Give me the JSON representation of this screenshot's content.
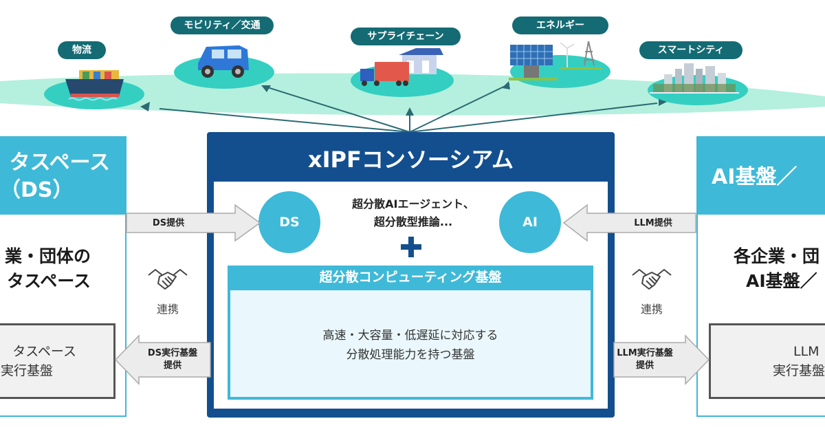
{
  "domains": [
    {
      "label": "物流",
      "icon": "cargo-ship"
    },
    {
      "label": "モビリティ／交通",
      "icon": "car"
    },
    {
      "label": "サプライチェーン",
      "icon": "truck-factory"
    },
    {
      "label": "エネルギー",
      "icon": "solar-wind-power"
    },
    {
      "label": "スマートシティ",
      "icon": "city-buildings"
    }
  ],
  "left_panel": {
    "title_line1": "タスペース",
    "title_line2": "（DS）",
    "body_line1": "業・団体の",
    "body_line2": "タスペース",
    "exec_line1": "タスペース",
    "exec_line2": "実行基盤"
  },
  "right_panel": {
    "title_line1": "AI基盤／",
    "body_line1": "各企業・団",
    "body_line2": "AI基盤／",
    "exec_line1": "LLM",
    "exec_line2": "実行基盤"
  },
  "consortium": {
    "title": "xIPFコンソーシアム",
    "circle_ds": "DS",
    "circle_ai": "AI",
    "agent_line1": "超分散AIエージェント、",
    "agent_line2": "超分散型推論...",
    "platform_title": "超分散コンピューティング基盤",
    "platform_line1": "高速・大容量・低遅延に対応する",
    "platform_line2": "分散処理能力を持つ基盤"
  },
  "arrows": {
    "ds_provide": "DS提供",
    "llm_provide": "LLM提供",
    "ds_exec_line1": "DS実行基盤",
    "ds_exec_line2": "提供",
    "llm_exec_line1": "LLM実行基盤",
    "llm_exec_line2": "提供"
  },
  "collab_label": "連携",
  "colors": {
    "navy": "#134f8e",
    "cyan": "#3fb9d8",
    "teal_label": "#146b74",
    "mint_band": "#b4f0dd",
    "ellipse": "#34cfc1"
  }
}
